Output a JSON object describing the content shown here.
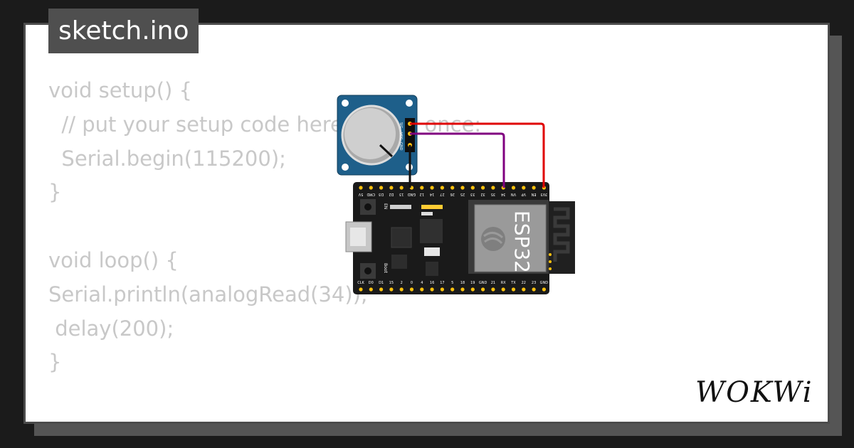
{
  "window": {
    "title": "sketch.ino"
  },
  "code": {
    "lines": [
      "void setup() {",
      "  // put your setup code here, to run once:",
      "  Serial.begin(115200);",
      "}",
      "",
      "void loop() {",
      "Serial.println(analogRead(34));",
      " delay(200);",
      "}"
    ]
  },
  "potentiometer": {
    "pins": [
      "SIG",
      "VCC",
      "GND"
    ]
  },
  "board": {
    "label": "ESP32",
    "button_en": "EN",
    "button_boot": "Boot",
    "top_pins": [
      "5V",
      "CMD",
      "D3",
      "D2",
      "13",
      "GND",
      "12",
      "14",
      "27",
      "26",
      "25",
      "33",
      "32",
      "35",
      "34",
      "VN",
      "VP",
      "EN",
      "3V3"
    ],
    "bottom_pins": [
      "CLK",
      "D0",
      "D1",
      "15",
      "2",
      "0",
      "4",
      "16",
      "17",
      "5",
      "18",
      "19",
      "GND",
      "21",
      "RX",
      "TX",
      "22",
      "23",
      "GND"
    ]
  },
  "wires": {
    "vcc_color": "#e00000",
    "sig_color": "#800080",
    "gnd_color": "#111111"
  },
  "brand": {
    "logo": "WOKWi"
  }
}
